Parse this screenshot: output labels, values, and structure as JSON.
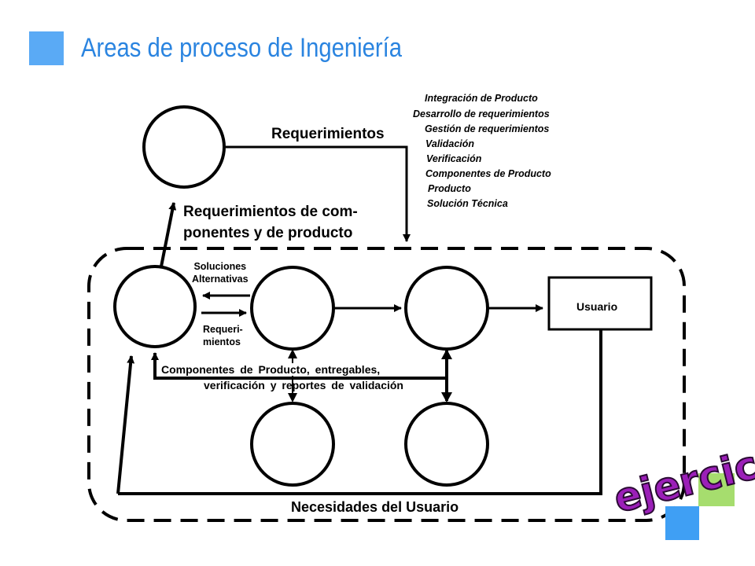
{
  "slide": {
    "title": "Areas de proceso de Ingeniería",
    "colors": {
      "accent_blue": "#5aaaf5",
      "title_blue": "#2a84e0",
      "exercise_purple": "#9b1fb8",
      "exercise_green": "#a6dd6e"
    }
  },
  "legend": {
    "items": [
      "Integración de Producto",
      "Desarrollo de requerimientos",
      "Gestión de requerimientos",
      "Validación",
      "Verificación",
      "Componentes de Producto",
      "Producto",
      "Solución Técnica"
    ]
  },
  "diagram": {
    "requirements_label": "Requerimientos",
    "component_requirements_label": {
      "line1": "Requerimientos de com-",
      "line2": "ponentes y de producto"
    },
    "alternatives_label": {
      "line1": "Soluciones",
      "line2": "Alternativas"
    },
    "requirements_small_label": {
      "line1": "Requeri-",
      "line2": "mientos"
    },
    "user_box_label": "Usuario",
    "deliverables_label": {
      "line1": "Componentes de Producto, entregables,",
      "line2": "verificación y reportes de validación"
    },
    "user_needs_label": "Necesidades del Usuario"
  },
  "exercise_badge": {
    "text": "ejercicio",
    "icon": "exercise-stamp-icon"
  }
}
